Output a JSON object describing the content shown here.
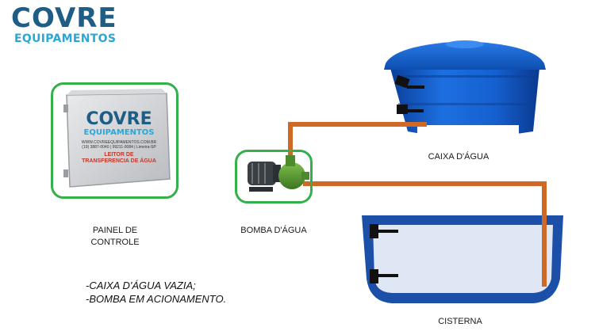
{
  "logo": {
    "name": "COVRE",
    "sub": "EQUIPAMENTOS"
  },
  "panel": {
    "box_brand": "COVRE",
    "box_brand_sub": "EQUIPAMENTOS",
    "box_small_1": "WWW.COVREEQUIPAMENTOS.COM.BR",
    "box_small_2": "(19) 3887-0040 | 99211-0084 | Limeira-SP",
    "box_text_1": "LEITOR DE",
    "box_text_2": "TRANSFERENCIA DE ÁGUA",
    "label_1": "PAINEL DE",
    "label_2": "CONTROLE"
  },
  "pump": {
    "label": "BOMBA D'ÁGUA"
  },
  "tank": {
    "label": "CAIXA D'ÁGUA"
  },
  "cistern": {
    "label": "CISTERNA"
  },
  "notes": [
    "-CAIXA D'ÁGUA VAZIA;",
    "-BOMBA EM ACIONAMENTO."
  ],
  "colors": {
    "logo": "#1e5d85",
    "logo_sub": "#2aa7d6",
    "frame": "#33b04a",
    "pipe": "#cf6a26",
    "tank": "#1060c8",
    "pump": "#4a8a32"
  }
}
